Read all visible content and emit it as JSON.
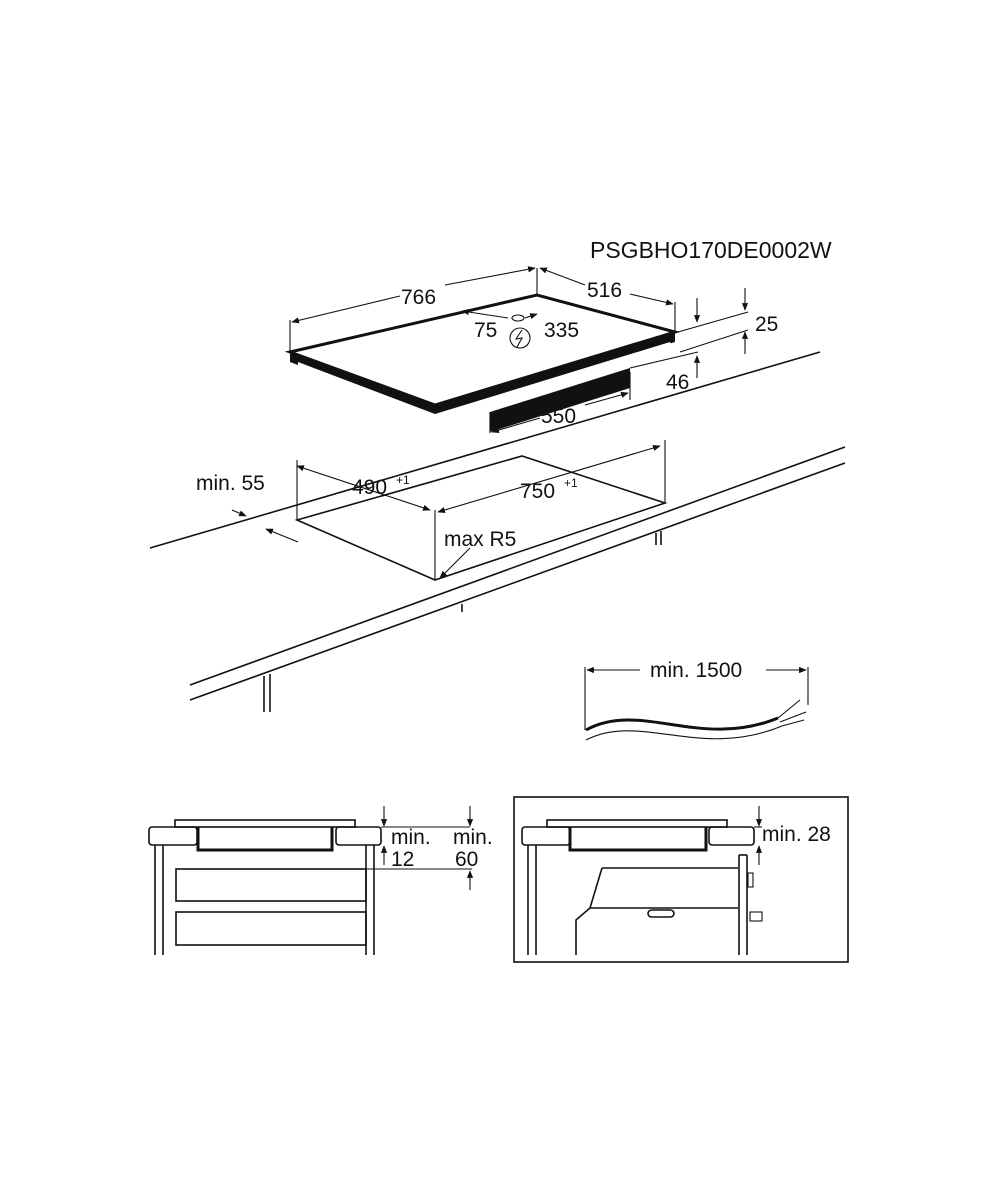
{
  "code": "PSGBHO170DE0002W",
  "hob": {
    "width": "766",
    "depth": "516",
    "conn_left": "75",
    "conn_right": "335",
    "height_top": "25",
    "height_under": "46",
    "under_width": "550",
    "icon": "electric-connection-icon"
  },
  "cutout": {
    "min_edge": "min. 55",
    "depth": "490",
    "depth_tol": "+1",
    "width": "750",
    "width_tol": "+1",
    "radius": "max R5"
  },
  "cable": {
    "min_length": "min. 1500"
  },
  "drawer_install": {
    "min_label_a": "min.",
    "value_a": "12",
    "min_label_b": "min.",
    "value_b": "60"
  },
  "oven_install": {
    "clearance": "min. 28"
  }
}
